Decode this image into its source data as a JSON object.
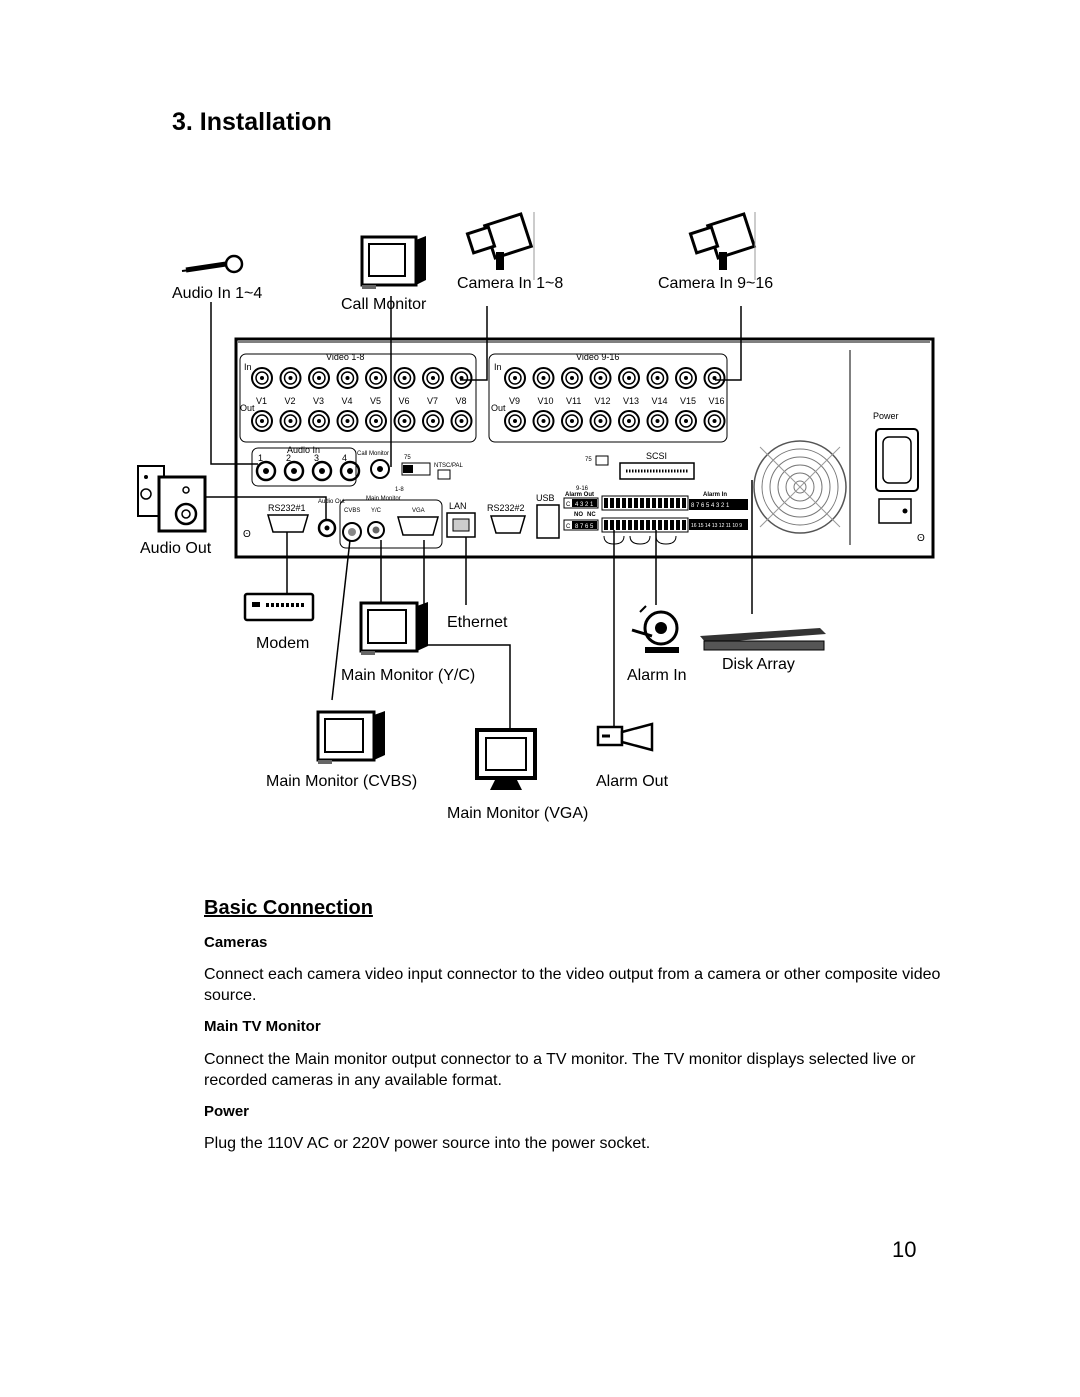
{
  "heading": "3.  Installation",
  "diagram": {
    "labels": {
      "audio_in": "Audio In 1~4",
      "call_monitor": "Call Monitor",
      "camera_in_1_8": "Camera In 1~8",
      "camera_in_9_16": "Camera In 9~16",
      "audio_out": "Audio Out",
      "modem": "Modem",
      "ethernet": "Ethernet",
      "main_monitor_yc": "Main Monitor (Y/C)",
      "alarm_in": "Alarm In",
      "disk_array": "Disk Array",
      "main_monitor_cvbs": "Main Monitor (CVBS)",
      "alarm_out": "Alarm Out",
      "main_monitor_vga": "Main Monitor (VGA)"
    },
    "panel": {
      "video_1_8": "Video 1-8",
      "video_9_16": "Video 9-16",
      "in": "In",
      "out": "Out",
      "v_left": [
        "V1",
        "V2",
        "V3",
        "V4",
        "V5",
        "V6",
        "V7",
        "V8"
      ],
      "v_right": [
        "V9",
        "V10",
        "V11",
        "V12",
        "V13",
        "V14",
        "V15",
        "V16"
      ],
      "power": "Power",
      "audio_in": "Audio In",
      "audio_nums": [
        "1",
        "2",
        "3",
        "4"
      ],
      "call_monitor": "Call Monitor",
      "ohm75": "75",
      "ntsc_pal": "NTSC/PAL",
      "range_1_8": "1-8",
      "range_9_16": "9-16",
      "rs232_1": "RS232#1",
      "audio_out": "Audio Out",
      "main_monitor": "Main Monitor",
      "cvbs": "CVBS",
      "yc": "Y/C",
      "vga": "VGA",
      "lan": "LAN",
      "rs232_2": "RS232#2",
      "usb": "USB",
      "scsi": "SCSI",
      "alarm_out": "Alarm Out",
      "alarm_in": "Alarm In",
      "c": "C",
      "pins_4321": "4 3 2 1",
      "pins_8765": "8 7 6 5",
      "no": "NO",
      "nc": "NC",
      "alarm_in_1_8": "8 7 6 5 4 3 2 1",
      "alarm_in_9_16": "16 15 14 13 12 11 10 9"
    }
  },
  "section_title": "Basic Connection",
  "sections": [
    {
      "title": "Cameras",
      "text": "Connect each camera video input connector to the video output from a camera or other composite video source."
    },
    {
      "title": "Main TV Monitor",
      "text": "Connect the Main monitor output connector to a TV monitor. The TV monitor displays selected live or recorded cameras in any available format."
    },
    {
      "title": "Power",
      "text": "Plug the 110V AC or 220V power source into the power socket."
    }
  ],
  "page_number": "10"
}
